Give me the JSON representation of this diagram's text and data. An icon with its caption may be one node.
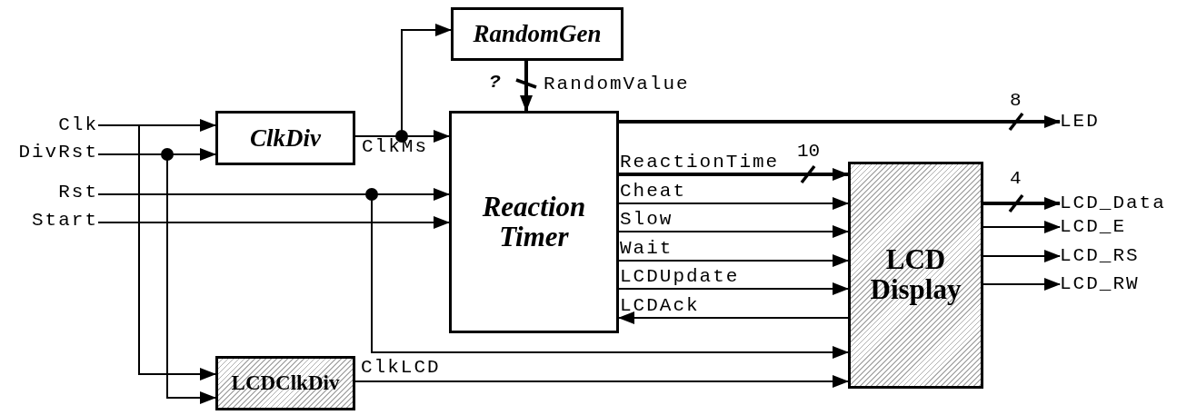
{
  "diagram": {
    "nodes": [
      {
        "text": [
          "Clk"
        ]
      },
      {
        "text": [
          "DivRst"
        ]
      },
      {
        "text": [
          "Rst"
        ]
      },
      {
        "text": [
          "Start"
        ]
      },
      {
        "text": [
          "ClkDiv"
        ]
      },
      {
        "text": [
          "RandomGen"
        ]
      },
      {
        "text": [
          "Reaction Timer"
        ]
      },
      {
        "text": [
          "LCDClkDiv"
        ]
      },
      {
        "text": [
          "LCD Display"
        ]
      },
      {
        "text": [
          "LED"
        ]
      },
      {
        "text": [
          "LCD_Data"
        ]
      },
      {
        "text": [
          "LCD_E"
        ]
      },
      {
        "text": [
          "LCD_RS"
        ]
      },
      {
        "text": [
          "LCD_RW"
        ]
      }
    ],
    "edges": [
      {
        "from": 0,
        "to": 4,
        "arrow": "to"
      },
      {
        "from": 0,
        "to": 7,
        "arrow": "to"
      },
      {
        "from": 1,
        "to": 4,
        "arrow": "to"
      },
      {
        "from": 1,
        "to": 7,
        "arrow": "to"
      },
      {
        "from": 2,
        "to": 6,
        "arrow": "to"
      },
      {
        "from": 2,
        "to": 8,
        "arrow": "to"
      },
      {
        "from": 3,
        "to": 6,
        "arrow": "to"
      },
      {
        "from": 4,
        "to": 5,
        "arrow": "to"
      },
      {
        "from": 4,
        "to": 6,
        "arrow": "to",
        "label": "ClkMs"
      },
      {
        "from": 5,
        "to": 6,
        "arrow": "to",
        "label": "RandomValue",
        "style": "thick"
      },
      {
        "from": 6,
        "to": 9,
        "arrow": "to",
        "style": "thick"
      },
      {
        "from": 6,
        "to": 8,
        "arrow": "to",
        "label": "ReactionTime",
        "style": "thick"
      },
      {
        "from": 6,
        "to": 8,
        "arrow": "to",
        "label": "Cheat"
      },
      {
        "from": 6,
        "to": 8,
        "arrow": "to",
        "label": "Slow"
      },
      {
        "from": 6,
        "to": 8,
        "arrow": "to",
        "label": "Wait"
      },
      {
        "from": 6,
        "to": 8,
        "arrow": "to",
        "label": "LCDUpdate"
      },
      {
        "from": 8,
        "to": 6,
        "arrow": "to",
        "label": "LCDAck"
      },
      {
        "from": 7,
        "to": 8,
        "arrow": "to",
        "label": "ClkLCD"
      },
      {
        "from": 8,
        "to": 10,
        "arrow": "to",
        "style": "thick"
      },
      {
        "from": 8,
        "to": 11,
        "arrow": "to"
      },
      {
        "from": 8,
        "to": 12,
        "arrow": "to"
      },
      {
        "from": 8,
        "to": 13,
        "arrow": "to"
      }
    ],
    "labels": [
      "?",
      "8",
      "10",
      "4"
    ]
  }
}
